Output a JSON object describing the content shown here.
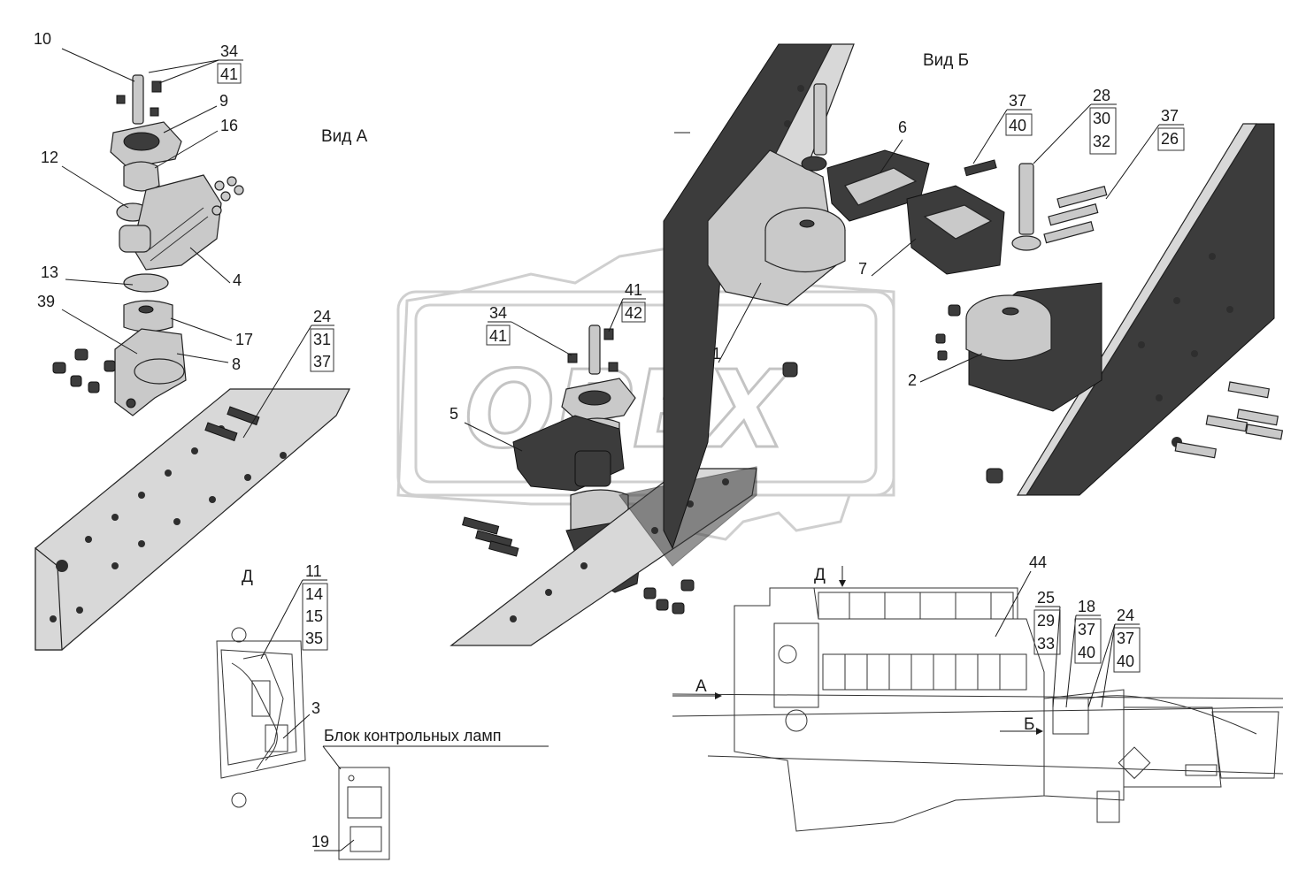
{
  "views": {
    "a": "Вид А",
    "b": "Вид Б",
    "d": "Д",
    "d_arrow": "Д",
    "a_arrow": "А",
    "b_arrow": "Б"
  },
  "lamp_block_label": "Блок контрольных ламп",
  "watermark": "OPEX",
  "callouts": {
    "c10": "10",
    "c34a": "34",
    "c41a": "41",
    "c9": "9",
    "c16": "16",
    "c12": "12",
    "c4": "4",
    "c13": "13",
    "c39": "39",
    "c17": "17",
    "c8": "8",
    "c24a": "24",
    "c31": "31",
    "c37a": "37",
    "c6": "6",
    "c37b": "37",
    "c40a": "40",
    "c28": "28",
    "c30": "30",
    "c32": "32",
    "c37c": "37",
    "c26": "26",
    "c7": "7",
    "c1": "1",
    "c2": "2",
    "c41b": "41",
    "c42": "42",
    "c34b": "34",
    "c41c": "41",
    "c5": "5",
    "c11": "11",
    "c14": "14",
    "c15": "15",
    "c35": "35",
    "c3": "3",
    "c19": "19",
    "c44": "44",
    "c25": "25",
    "c29": "29",
    "c33": "33",
    "c18": "18",
    "c37d": "37",
    "c40b": "40",
    "c24b": "24",
    "c37e": "37",
    "c40c": "40"
  }
}
